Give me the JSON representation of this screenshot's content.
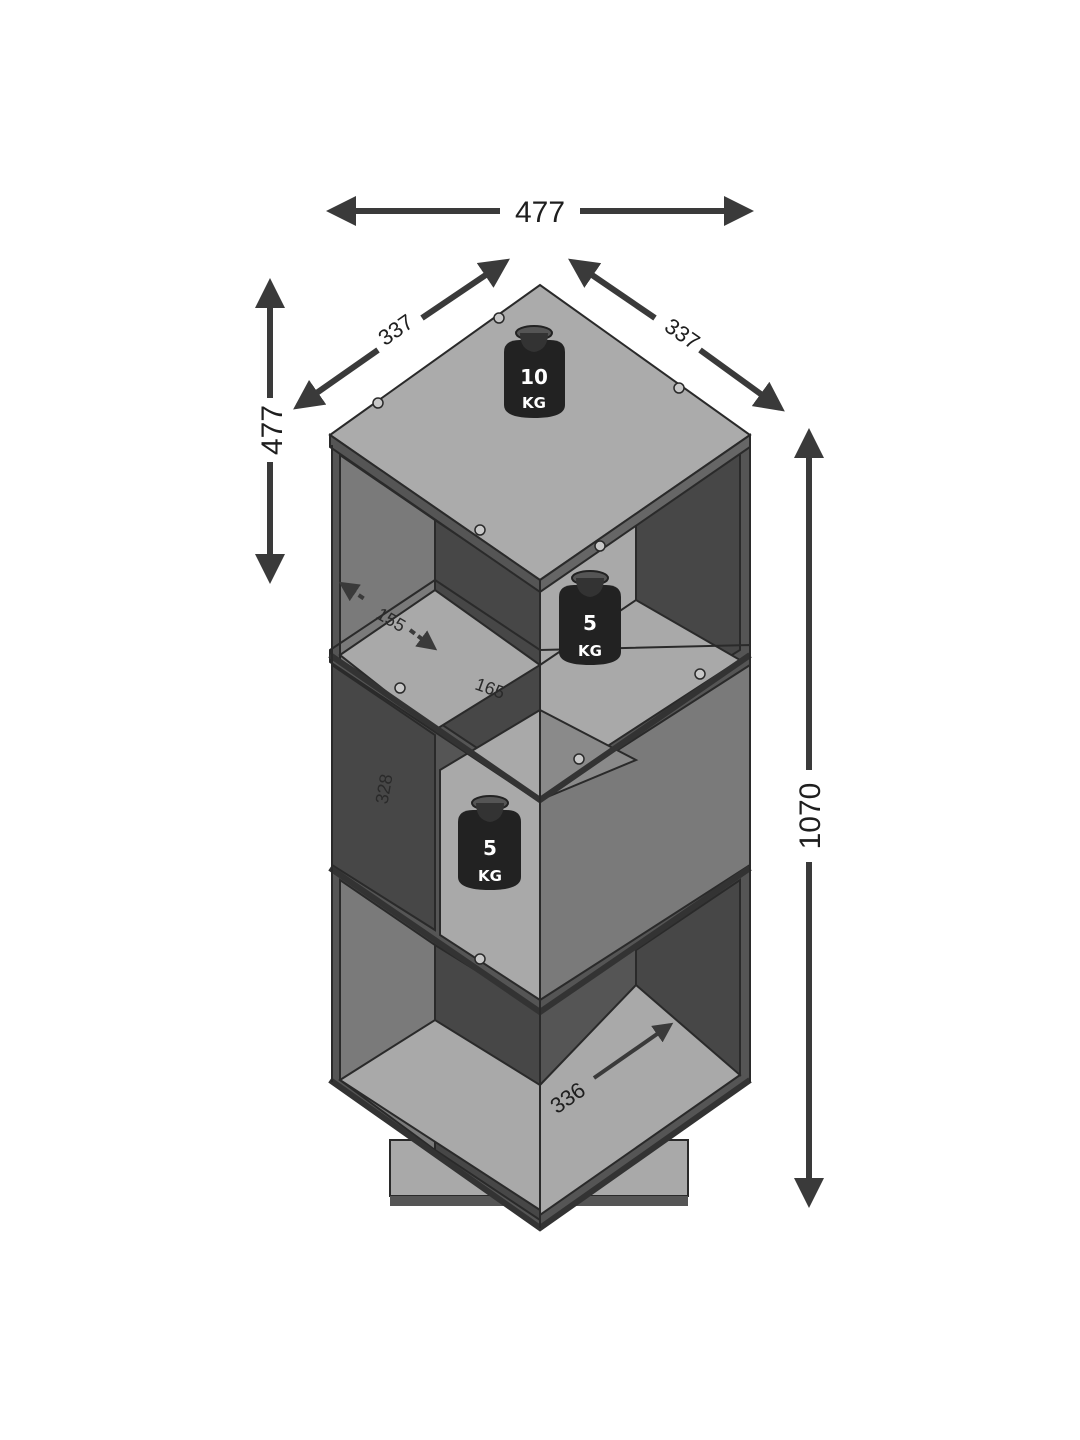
{
  "dimensions": {
    "overall_width": "477",
    "depth_side": "477",
    "top_left_edge": "337",
    "top_right_edge": "337",
    "height": "1070",
    "compartment_depth": "155",
    "compartment_height_a": "165",
    "compartment_height_b": "328",
    "bottom_edge": "336"
  },
  "weights": [
    {
      "value": "10",
      "unit": "KG"
    },
    {
      "value": "5",
      "unit": "KG"
    },
    {
      "value": "5",
      "unit": "KG"
    }
  ],
  "colors": {
    "arrow": "#3a3a3a",
    "panel_top": "#a9a9a9",
    "panel_mid": "#7a7a7a",
    "panel_dark": "#444444",
    "edge": "#2a2a2a",
    "weight": "#222222"
  }
}
